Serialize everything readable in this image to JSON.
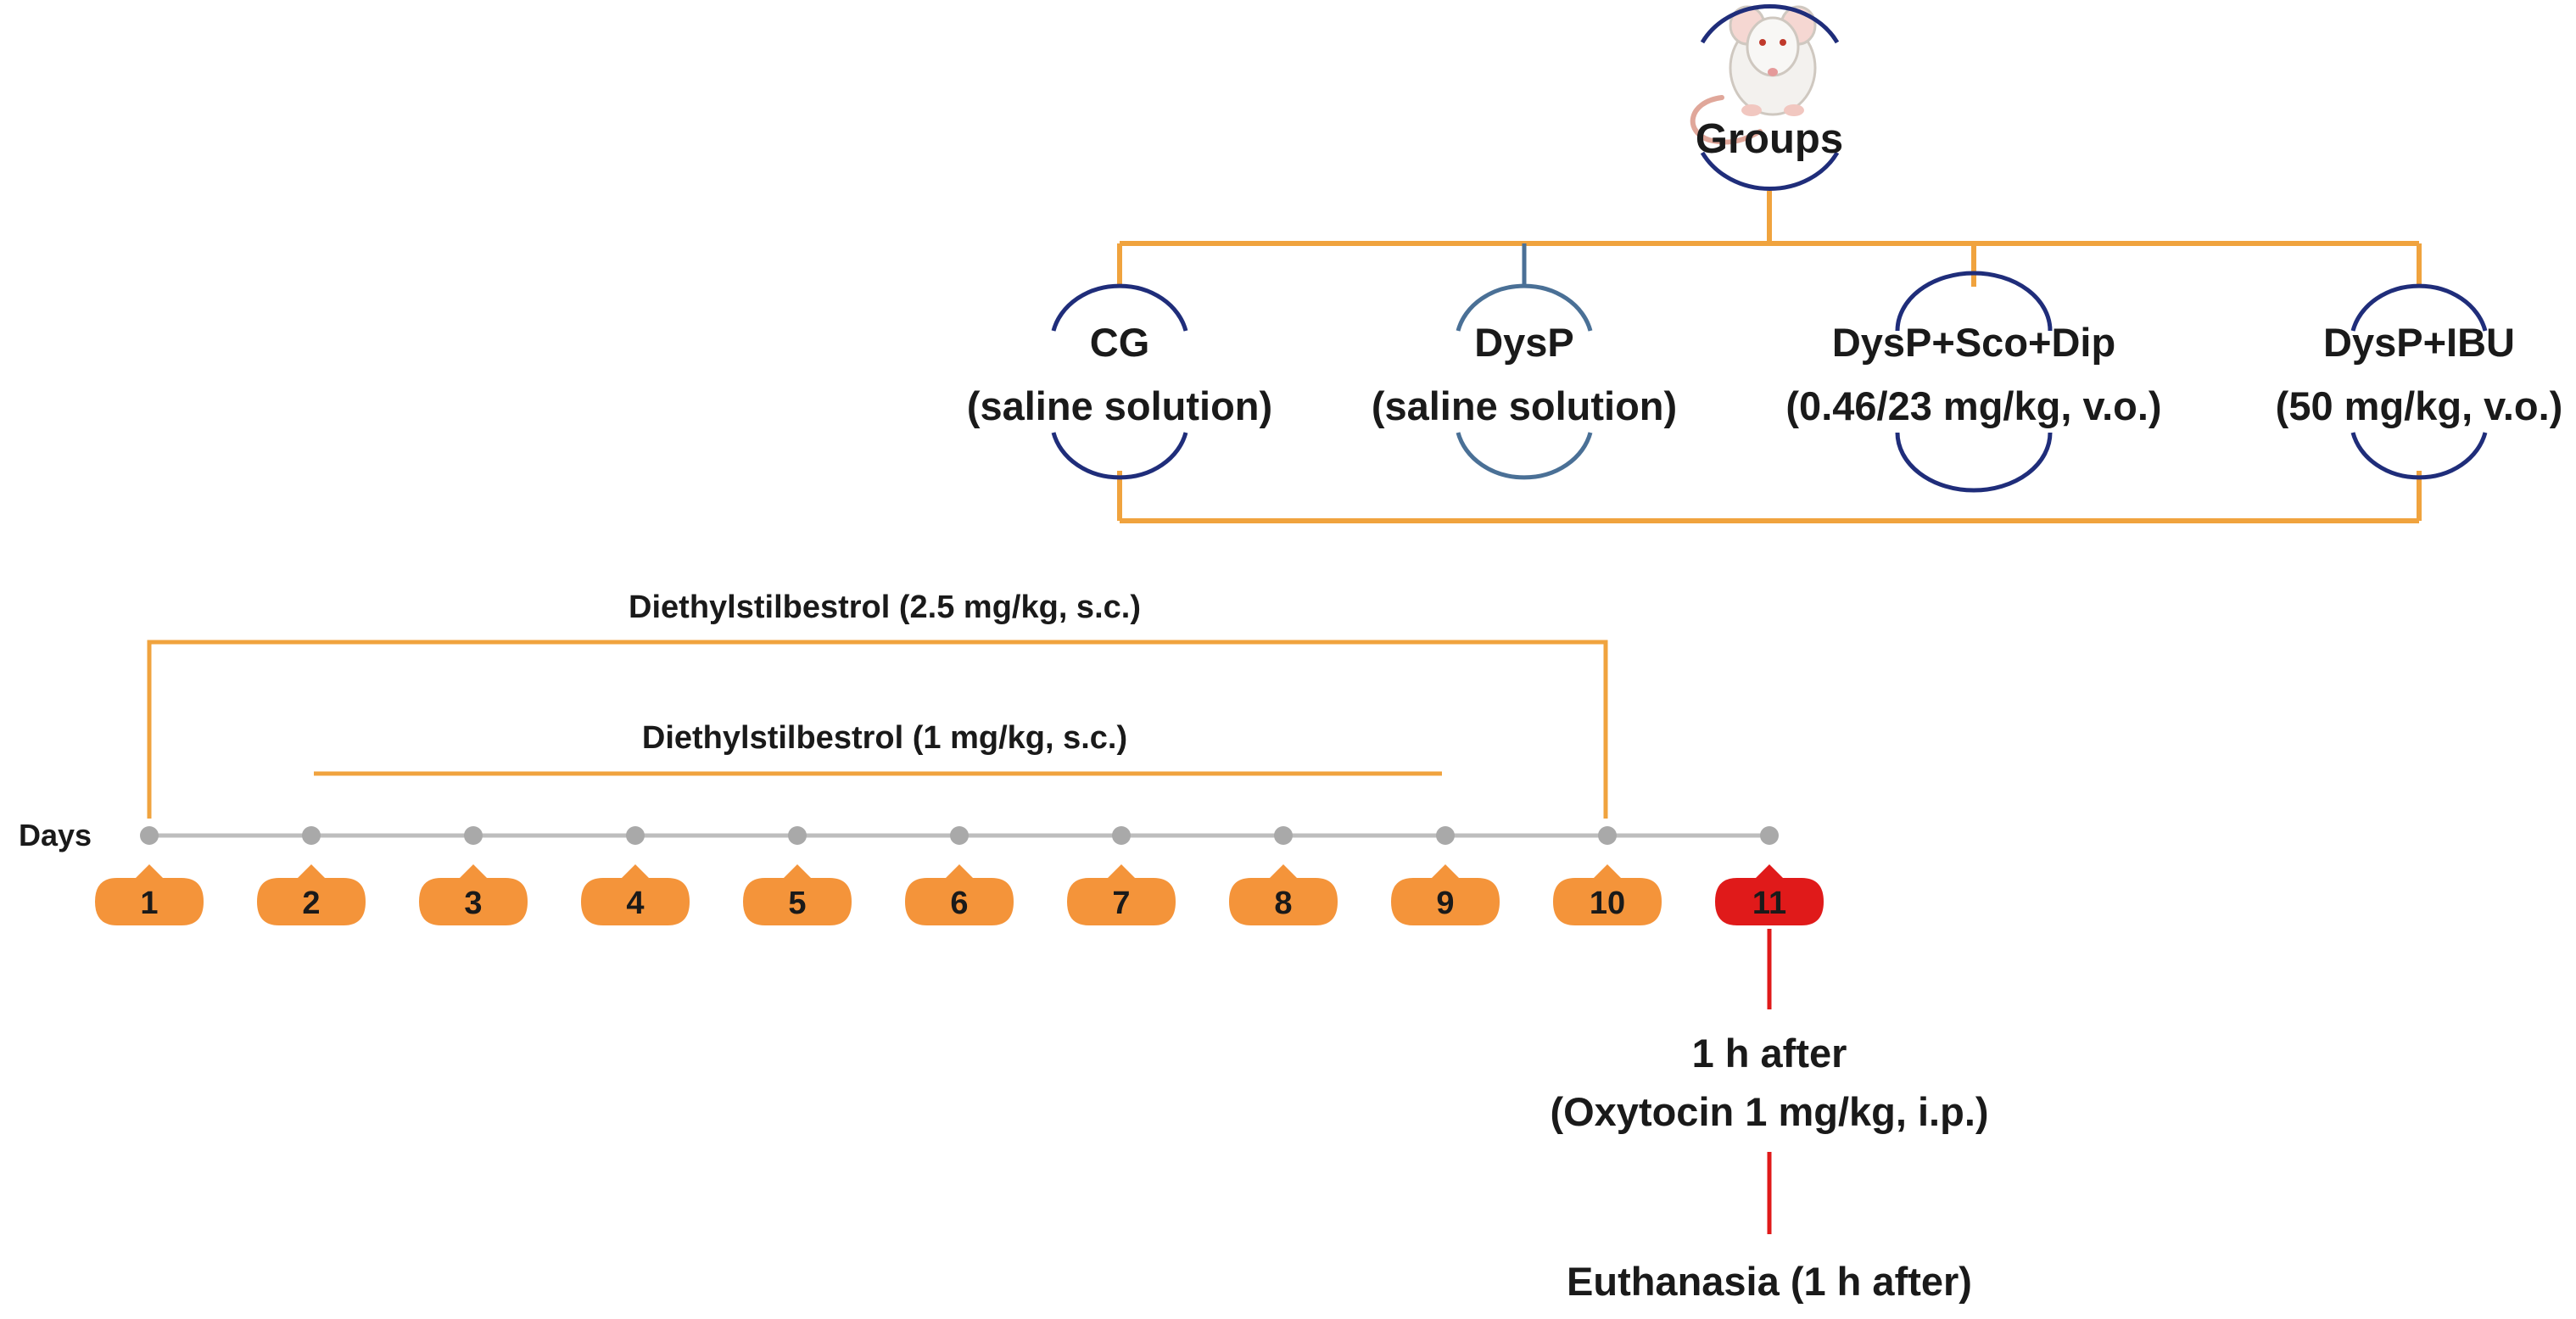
{
  "groups_header": {
    "label": "Groups",
    "icon": "rat-icon"
  },
  "groups": [
    {
      "title": "CG",
      "dose": "(saline solution)",
      "arc_color": "#1f2d7a"
    },
    {
      "title": "DysP",
      "dose": "(saline solution)",
      "arc_color": "#4a7096"
    },
    {
      "title": "DysP+Sco+Dip",
      "dose": "(0.46/23 mg/kg, v.o.)",
      "arc_color": "#1f2d7a"
    },
    {
      "title": "DysP+IBU",
      "dose": "(50 mg/kg, v.o.)",
      "arc_color": "#1f2d7a"
    }
  ],
  "treatments": [
    {
      "label": "Diethylstilbestrol (2.5 mg/kg,  s.c.)",
      "from_day": 1,
      "to_day": 10
    },
    {
      "label": "Diethylstilbestrol (1 mg/kg,  s.c.)",
      "from_day": 2,
      "to_day": 9
    }
  ],
  "timeline": {
    "axis_label": "Days",
    "days": [
      "1",
      "2",
      "3",
      "4",
      "5",
      "6",
      "7",
      "8",
      "9",
      "10",
      "11"
    ],
    "highlight_day": "11"
  },
  "events": [
    {
      "line1": "1 h after",
      "line2": "(Oxytocin 1 mg/kg, i.p.)"
    },
    {
      "line1": "Euthanasia (1 h after)"
    }
  ],
  "colors": {
    "orange": "#f0a33e",
    "day_badge": "#f4943a",
    "highlight": "#e01a1a",
    "navy": "#1f2d7a",
    "dot": "#a9a9a9"
  }
}
